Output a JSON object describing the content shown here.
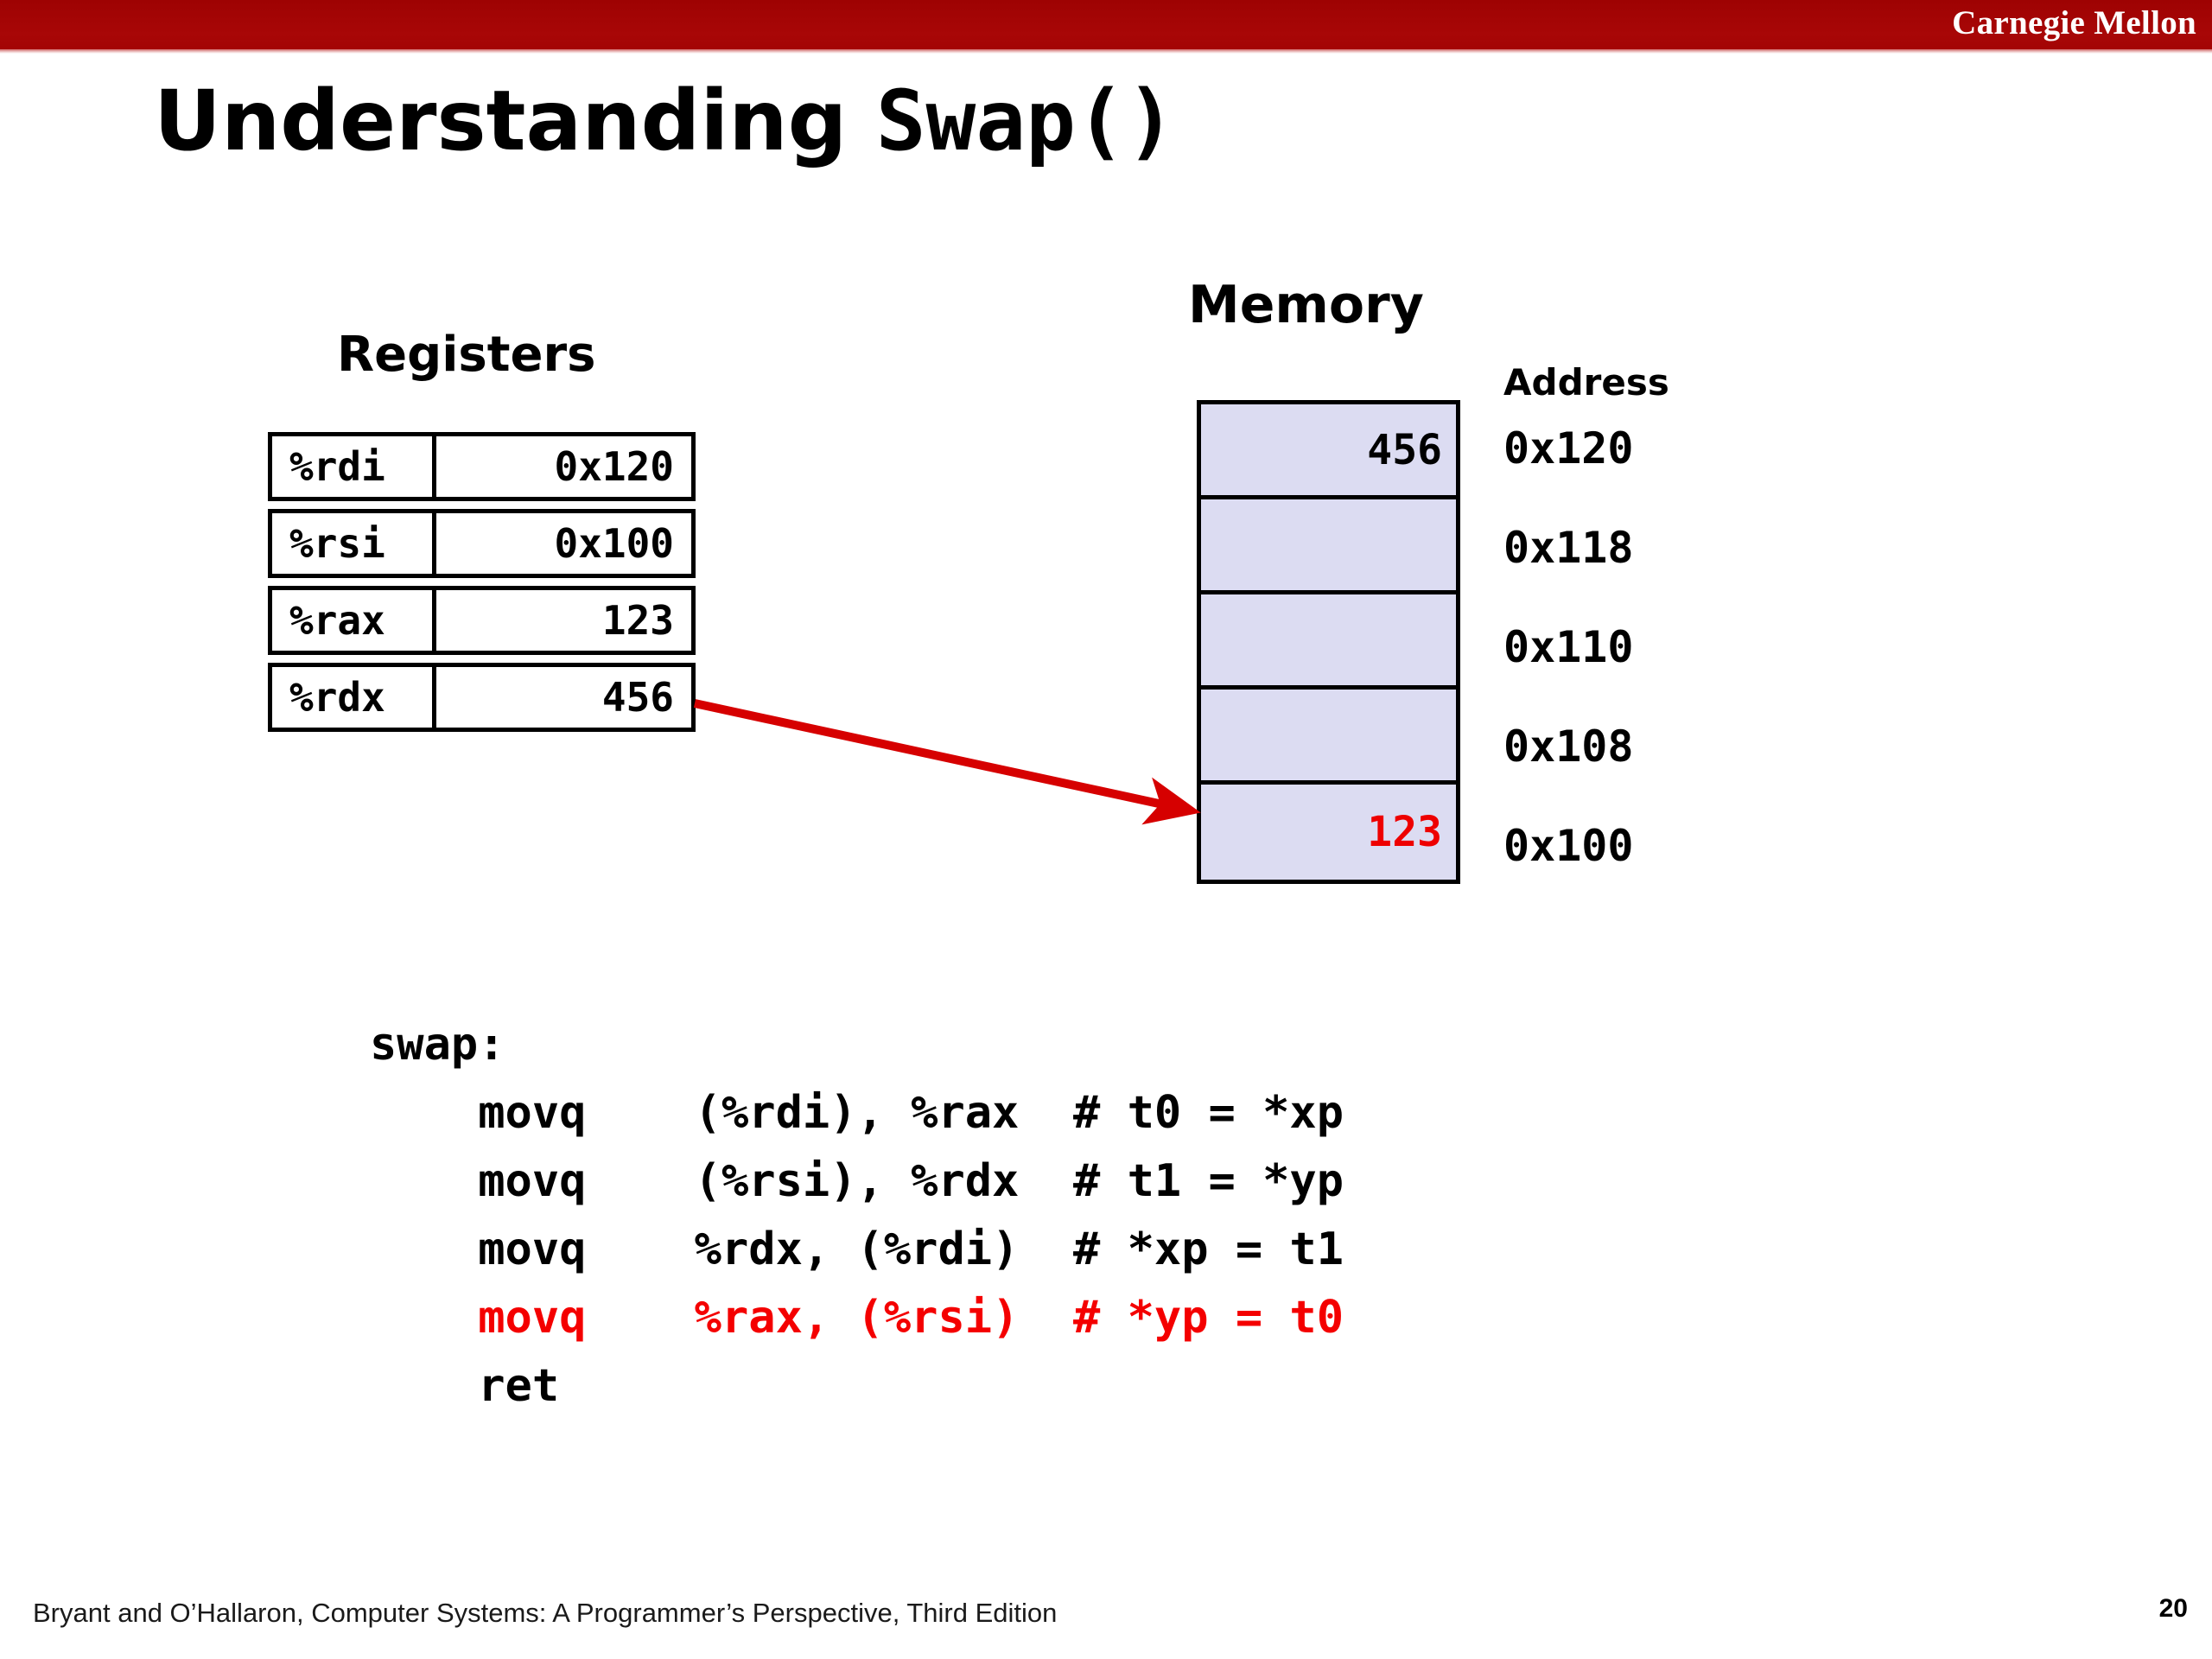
{
  "header": {
    "logo_text": "Carnegie Mellon",
    "banner_color": "#a60505"
  },
  "title": {
    "text_plain": "Understanding ",
    "text_mono": "Swap()"
  },
  "registers": {
    "heading": "Registers",
    "rows": [
      {
        "name": "%rdi",
        "value": "0x120"
      },
      {
        "name": "%rsi",
        "value": "0x100"
      },
      {
        "name": "%rax",
        "value": "123"
      },
      {
        "name": "%rdx",
        "value": "456"
      }
    ]
  },
  "memory": {
    "heading": "Memory",
    "address_heading": "Address",
    "cell_fill": "#dcdcf2",
    "highlight_color": "#ee0000",
    "cells": [
      {
        "value": "456",
        "address": "0x120",
        "highlight": false
      },
      {
        "value": "",
        "address": "0x118",
        "highlight": false
      },
      {
        "value": "",
        "address": "0x110",
        "highlight": false
      },
      {
        "value": "",
        "address": "0x108",
        "highlight": false
      },
      {
        "value": "123",
        "address": "0x100",
        "highlight": true
      }
    ]
  },
  "arrow": {
    "color": "#d60000",
    "from_label": "%rax register value",
    "to_label": "memory cell 0x100"
  },
  "code": {
    "label": "swap:",
    "lines": [
      {
        "text": "    movq    (%rdi), %rax  # t0 = *xp",
        "highlight": false
      },
      {
        "text": "    movq    (%rsi), %rdx  # t1 = *yp",
        "highlight": false
      },
      {
        "text": "    movq    %rdx, (%rdi)  # *xp = t1",
        "highlight": false
      },
      {
        "text": "    movq    %rax, (%rsi)  # *yp = t0",
        "highlight": true
      },
      {
        "text": "    ret",
        "highlight": false
      }
    ]
  },
  "footer": {
    "citation": "Bryant and O’Hallaron, Computer Systems: A Programmer’s Perspective, Third Edition",
    "page_number": "20"
  }
}
